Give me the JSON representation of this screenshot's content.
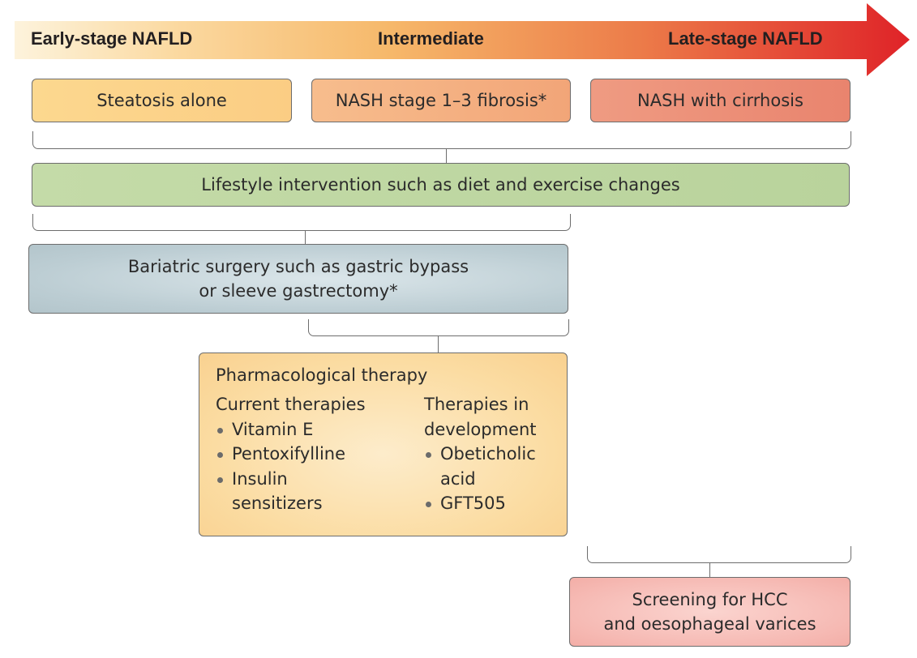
{
  "stage_arrow": {
    "early_label": "Early-stage NAFLD",
    "intermediate_label": "Intermediate",
    "late_label": "Late-stage NAFLD"
  },
  "stages": {
    "steatosis": "Steatosis alone",
    "nash_fibrosis": "NASH stage 1–3 fibrosis*",
    "nash_cirrhosis": "NASH with cirrhosis"
  },
  "interventions": {
    "lifestyle": "Lifestyle intervention such as diet and exercise changes",
    "bariatric_line1": "Bariatric surgery such as gastric bypass",
    "bariatric_line2": "or sleeve gastrectomy*"
  },
  "pharmacological": {
    "title": "Pharmacological therapy",
    "current": {
      "heading": "Current therapies",
      "items": [
        {
          "lines": [
            "Vitamin E"
          ]
        },
        {
          "lines": [
            "Pentoxifylline"
          ]
        },
        {
          "lines": [
            "Insulin",
            "sensitizers"
          ]
        }
      ]
    },
    "development": {
      "heading_line1": "Therapies in",
      "heading_line2": "development",
      "items": [
        {
          "lines": [
            "Obeticholic",
            "acid"
          ]
        },
        {
          "lines": [
            "GFT505"
          ]
        }
      ]
    }
  },
  "screening": {
    "line1": "Screening for HCC",
    "line2": "and oesophageal varices"
  },
  "colors": {
    "arrow_start": "#fdf3dc",
    "arrow_mid": "#f6b86a",
    "arrow_end": "#e0262a",
    "steatosis_fill": "#fbd28a",
    "fibrosis_fill": "#f5b183",
    "cirrhosis_fill": "#ec8f78",
    "lifestyle_fill": "#c2d8a6",
    "bariatric_fill": "#c0d0d6",
    "pharm_fill": "#fbdca0",
    "screening_fill": "#f6b8b3"
  }
}
